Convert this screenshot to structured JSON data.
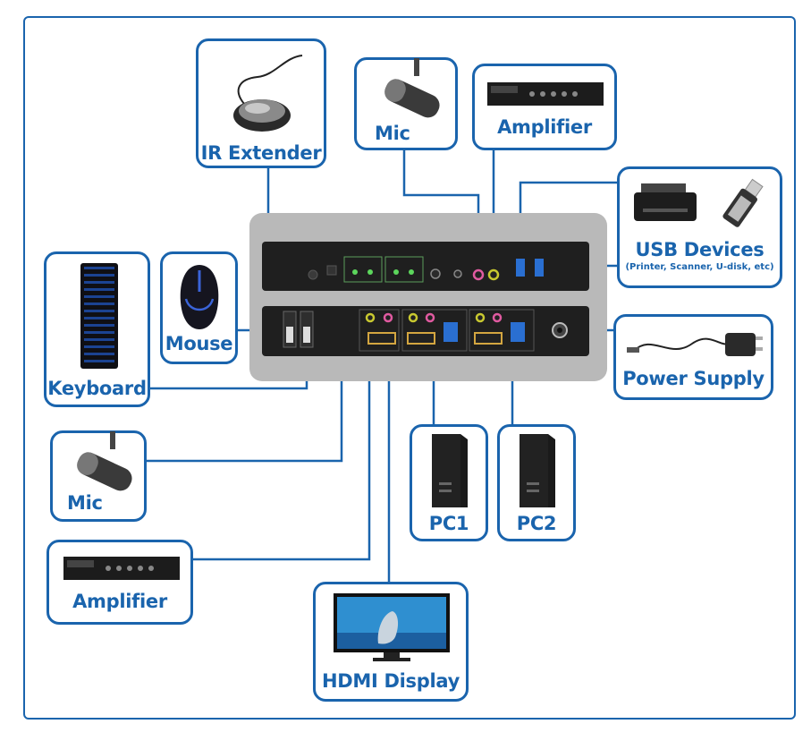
{
  "colors": {
    "accent": "#1a64ad",
    "device_backdrop": "#b9b9b9",
    "panel": "#1f1f1f"
  },
  "components": {
    "ir_extender": {
      "label": "IR Extender",
      "icon": "ir-sensor-icon"
    },
    "mic_top": {
      "label": "Mic",
      "icon": "microphone-icon"
    },
    "amplifier_top": {
      "label": "Amplifier",
      "icon": "amplifier-icon"
    },
    "usb_devices": {
      "label": "USB Devices",
      "sublabel": "(Printer, Scanner, U-disk, etc)",
      "icon": "printer-icon"
    },
    "keyboard": {
      "label": "Keyboard",
      "icon": "keyboard-icon"
    },
    "mouse": {
      "label": "Mouse",
      "icon": "mouse-icon"
    },
    "power_supply": {
      "label": "Power Supply",
      "icon": "power-adapter-icon"
    },
    "mic_bottom": {
      "label": "Mic",
      "icon": "microphone-icon"
    },
    "pc1": {
      "label": "PC1",
      "icon": "pc-tower-icon"
    },
    "pc2": {
      "label": "PC2",
      "icon": "pc-tower-icon"
    },
    "amplifier_bottom": {
      "label": "Amplifier",
      "icon": "amplifier-icon"
    },
    "hdmi_display": {
      "label": "HDMI Display",
      "icon": "monitor-icon"
    }
  }
}
